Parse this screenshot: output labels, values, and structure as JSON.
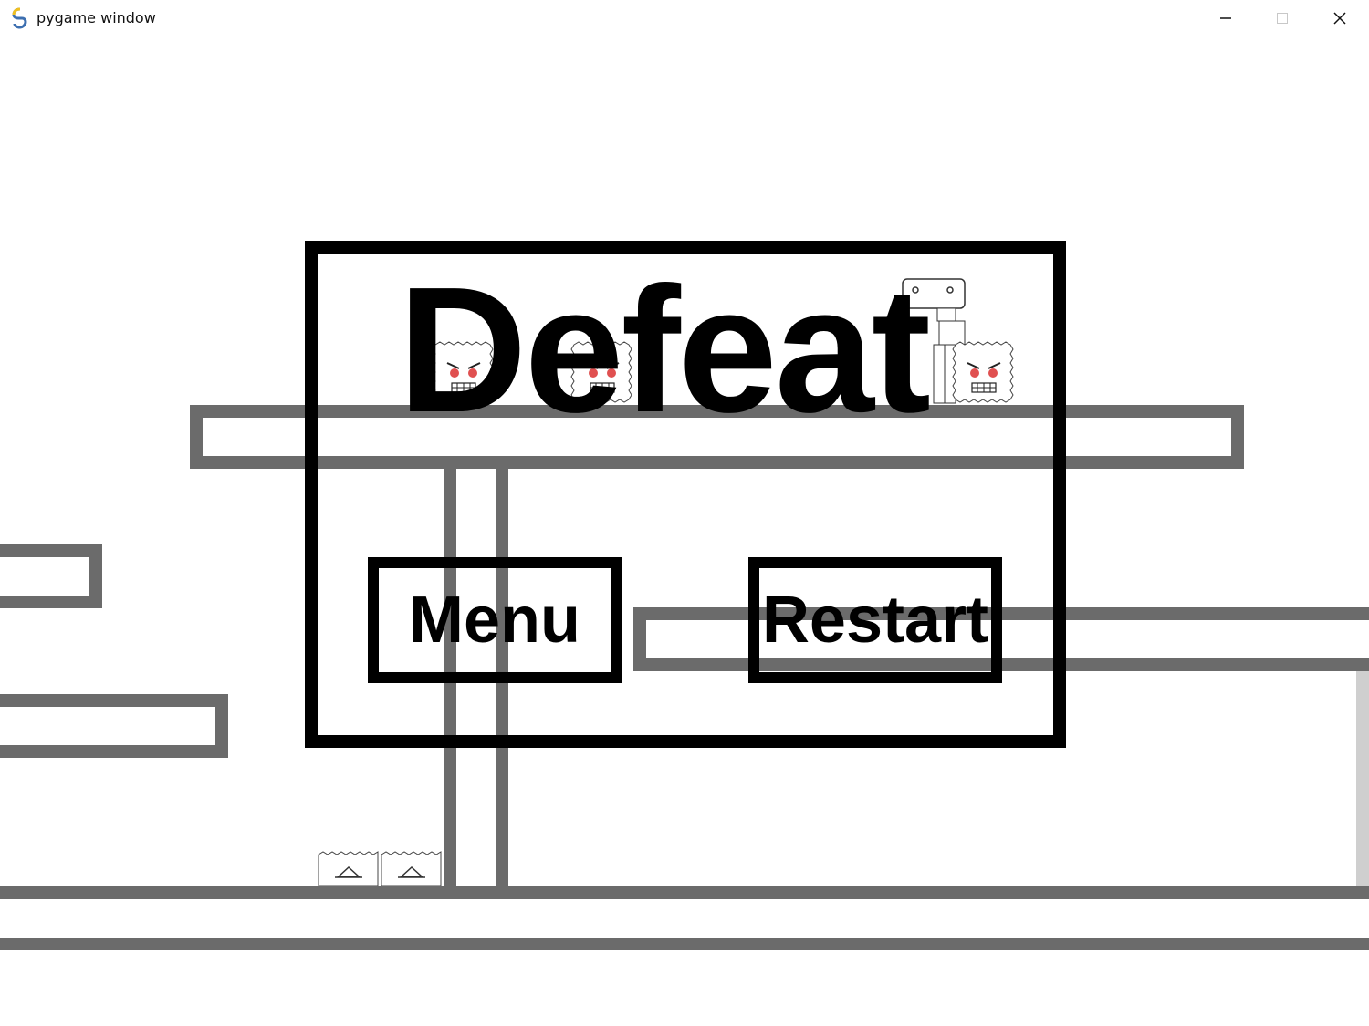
{
  "window": {
    "title": "pygame window",
    "icons": {
      "app": "pygame-snake-icon",
      "minimize": "minimize-icon",
      "maximize": "maximize-icon",
      "close": "close-icon"
    }
  },
  "overlay": {
    "title": "Defeat",
    "menu_label": "Menu",
    "restart_label": "Restart"
  },
  "colors": {
    "platform": "#6b6b6b",
    "overlay_border": "#000000",
    "background": "#ffffff",
    "enemy_eyes": "#e05050"
  },
  "sprites": {
    "enemy": "angry-block-enemy-icon",
    "spike": "spike-trap-icon",
    "player": "robot-player-icon"
  }
}
